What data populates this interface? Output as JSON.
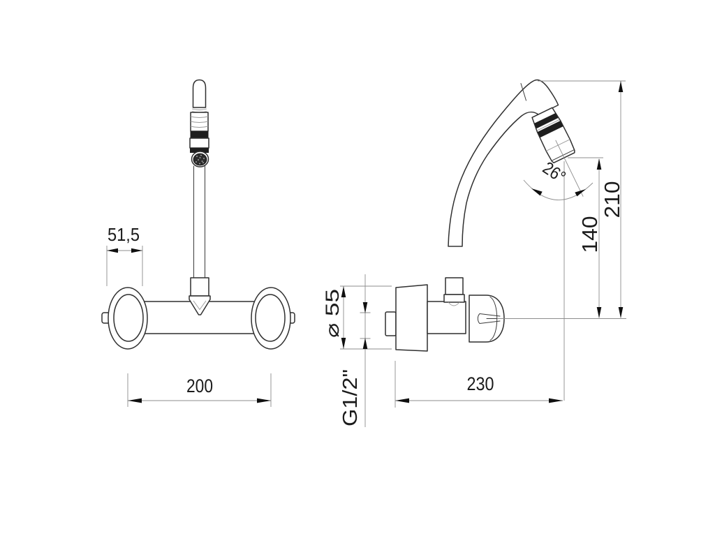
{
  "drawing": {
    "title": "wall-mounted mixer tap technical drawing",
    "colors": {
      "background": "#ffffff",
      "object_line": "#2f2f2f",
      "dimension_line": "#8c8c8c",
      "band_fill": "#1e1e1e",
      "text": "#1b1b1b"
    },
    "dimension_labels": {
      "handle_width": "51,5",
      "handle_spacing": "200",
      "spout_reach": "230",
      "flange_diameter": "⌀ 55",
      "thread": "G1/2\"",
      "aerator_height": "140",
      "total_height": "210",
      "aerator_angle": "26°"
    }
  }
}
